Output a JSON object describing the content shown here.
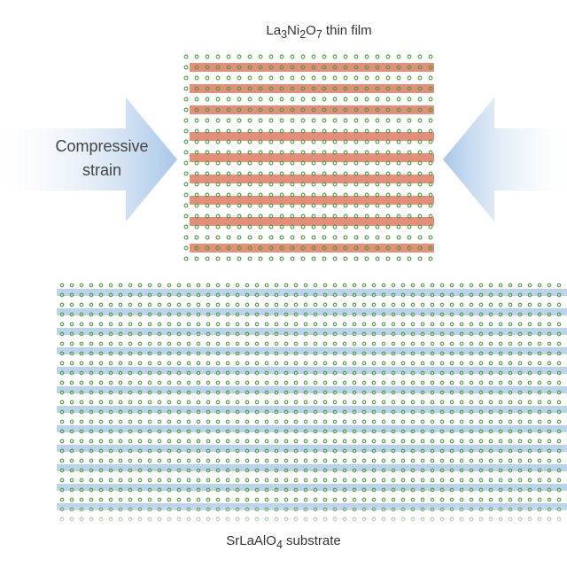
{
  "film": {
    "formula_parts": [
      "La",
      "3",
      "Ni",
      "2",
      "O",
      "7"
    ],
    "label_suffix": " thin film",
    "layer_color": "#d9694f",
    "atom_color": "#4c9a3c"
  },
  "substrate": {
    "formula_parts": [
      "SrLaAlO",
      "4"
    ],
    "label_suffix": " substrate",
    "layer_color": "#8fb8db",
    "atom_color": "#4c9a3c"
  },
  "strain": {
    "label_line1": "Compressive",
    "label_line2": "strain",
    "arrow_color": "#a9c7e8"
  }
}
